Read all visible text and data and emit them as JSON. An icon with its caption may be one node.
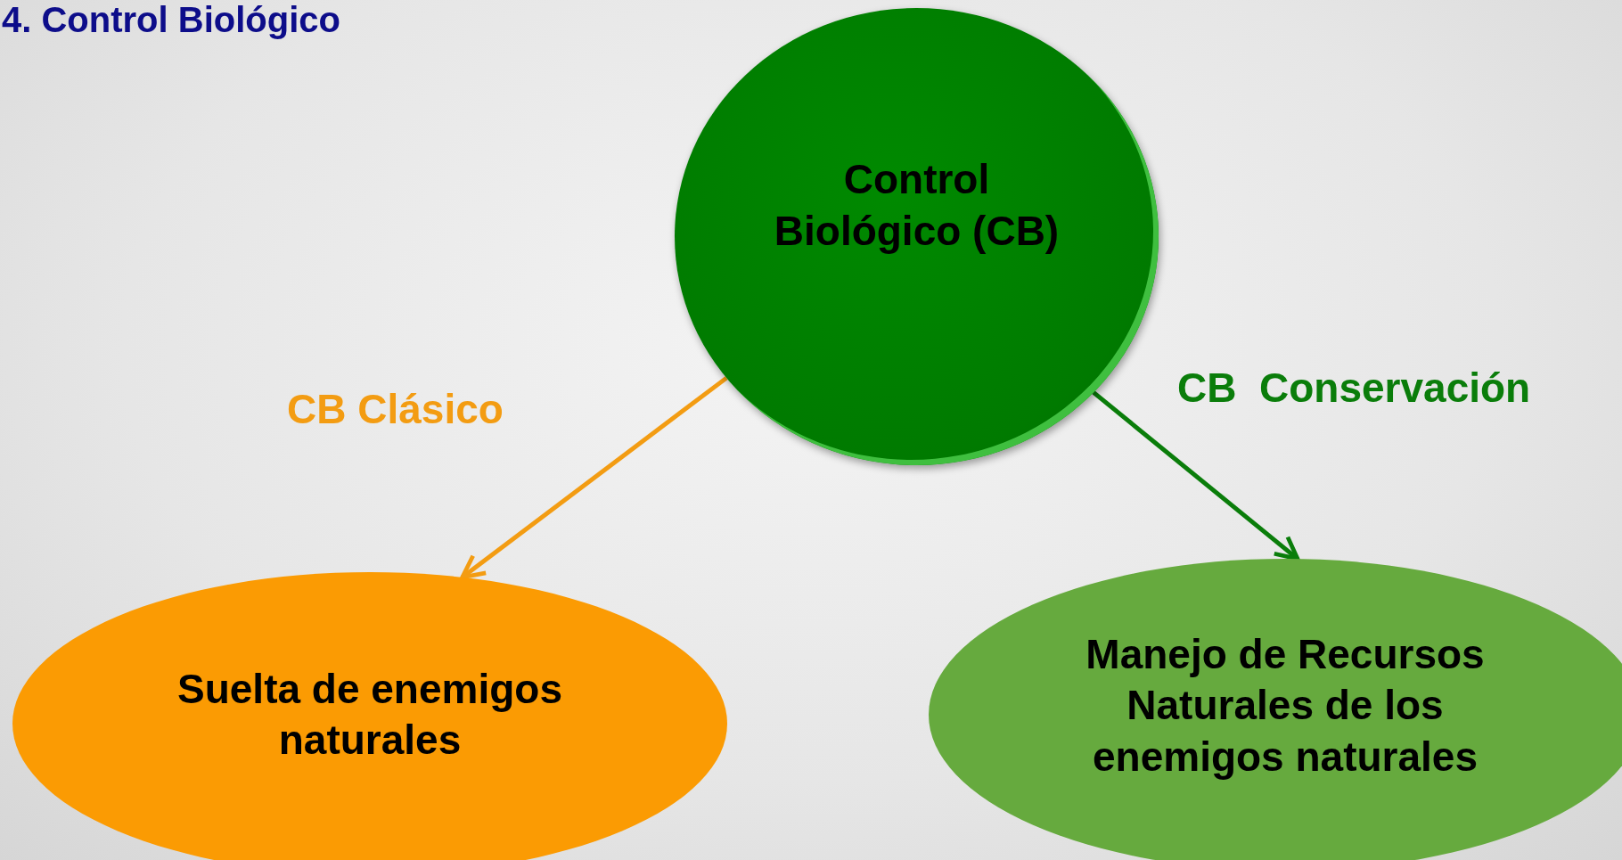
{
  "diagram": {
    "title": "4. Control Biológico",
    "nodes": [
      {
        "text": [
          "Control Biológico (CB)"
        ]
      },
      {
        "text": [
          "Suelta de enemigos naturales"
        ]
      },
      {
        "text": [
          "Manejo de Recursos Naturales de los enemigos naturales"
        ]
      }
    ],
    "edges": [
      {
        "from": 0,
        "to": 1,
        "arrow": "to",
        "label": "CB Clásico",
        "color": "#f39c12"
      },
      {
        "from": 0,
        "to": 2,
        "arrow": "to",
        "label": "CB  Conservación",
        "color": "#0a7d0a"
      }
    ]
  }
}
